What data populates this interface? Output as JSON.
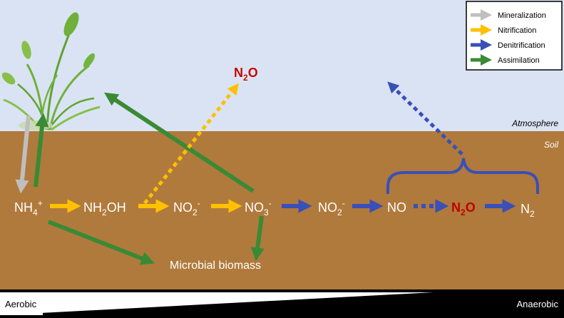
{
  "legend": {
    "items": [
      {
        "label": "Mineralization",
        "color": "#bfbfbf"
      },
      {
        "label": "Nitrification",
        "color": "#ffc000"
      },
      {
        "label": "Denitrification",
        "color": "#3a4fb8"
      },
      {
        "label": "Assimilation",
        "color": "#3a8a35"
      }
    ]
  },
  "zones": {
    "atmosphere": "Atmosphere",
    "soil": "Soil",
    "atmosphere_color": "#dae3f3",
    "soil_color": "#b07a3c"
  },
  "species": {
    "nh4": {
      "base": "NH",
      "sub": "4",
      "sup": "+"
    },
    "nh2oh": {
      "a": "NH",
      "sub": "2",
      "b": "OH"
    },
    "no2_nitr": {
      "base": "NO",
      "sub": "2",
      "sup": "-"
    },
    "no3": {
      "base": "NO",
      "sub": "3",
      "sup": "-"
    },
    "no2_denitr": {
      "base": "NO",
      "sub": "2",
      "sup": "-"
    },
    "no": "NO",
    "n2o_soil": {
      "a": "N",
      "sub": "2",
      "b": "O"
    },
    "n2": {
      "base": "N",
      "sub": "2"
    },
    "n2o_atm": {
      "a": "N",
      "sub": "2",
      "b": "O"
    },
    "microbial_biomass": "Microbial biomass"
  },
  "gradient": {
    "left": "Aerobic",
    "right": "Anaerobic"
  },
  "colors": {
    "n2o_text": "#c00000",
    "species_text": "#ffffff"
  }
}
